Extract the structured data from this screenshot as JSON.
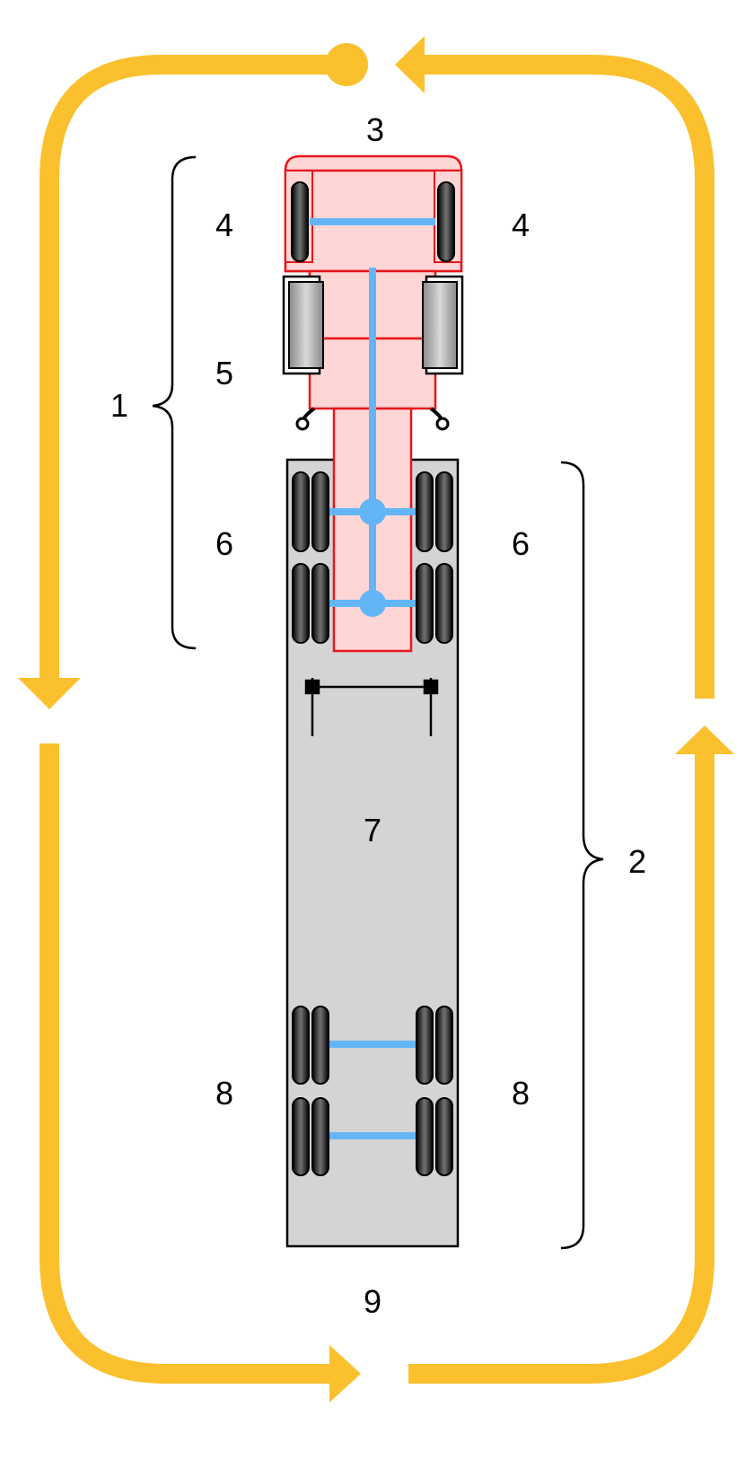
{
  "labels": {
    "tractor": "1",
    "trailer": "2",
    "front": "3",
    "steer_left": "4",
    "steer_right": "4",
    "cab_middle": "5",
    "drive_left": "6",
    "drive_right": "6",
    "trailer_body": "7",
    "trailer_axle_left": "8",
    "trailer_axle_right": "8",
    "rear": "9"
  },
  "colors": {
    "flow_arrow": "#FBC02D",
    "tractor_fill": "#FFD6D6",
    "tractor_stroke": "#E8161C",
    "trailer_fill": "#D4D4D4",
    "axle": "#64B5F6",
    "tyre": "#1A1A1A",
    "outline": "#000000"
  },
  "icons": {
    "flow": "arrow-icon",
    "wheel": "tyre-icon",
    "fifth_wheel": "coupling-icon"
  }
}
